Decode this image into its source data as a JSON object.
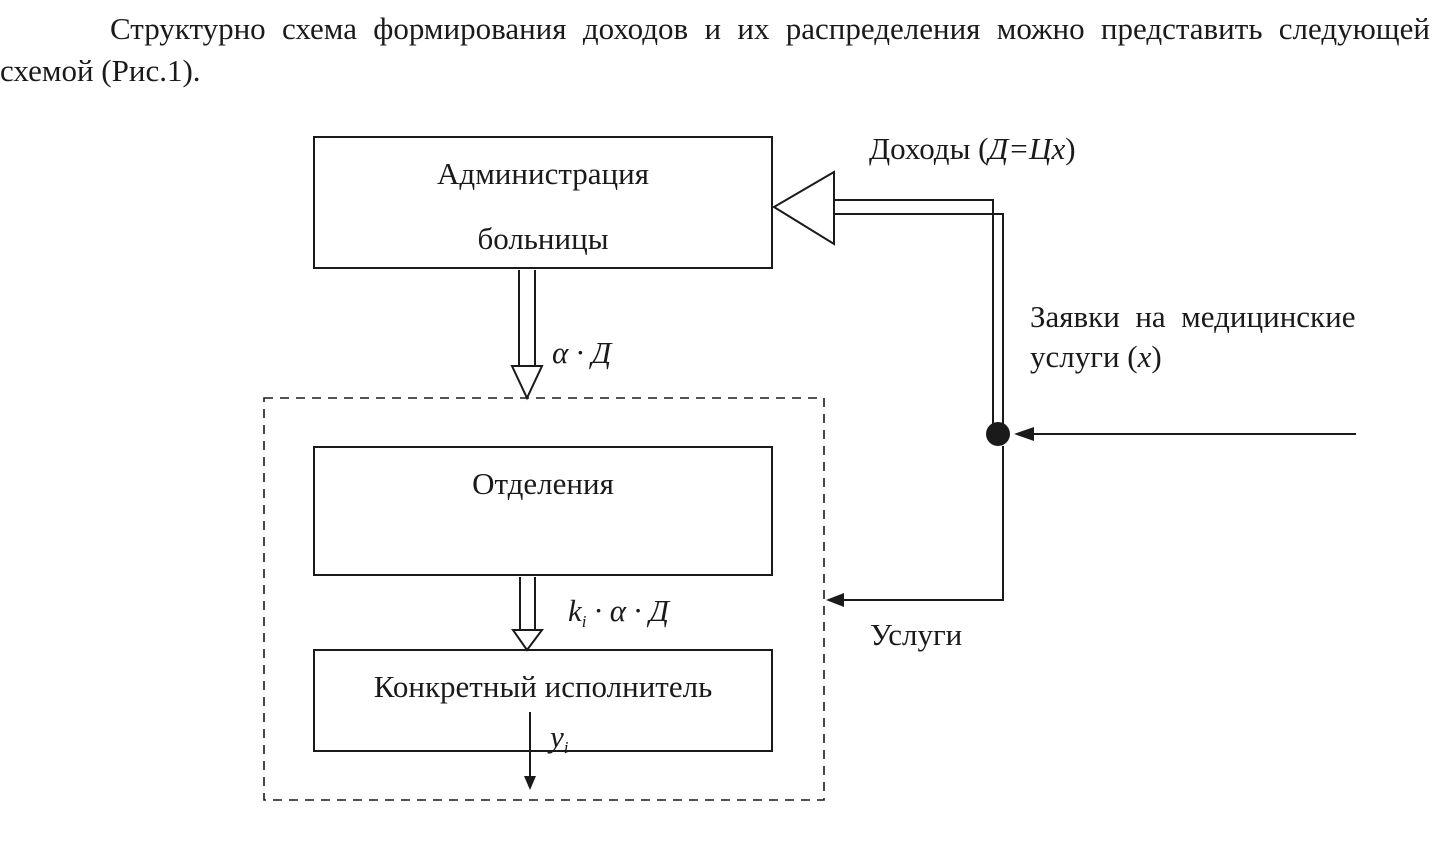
{
  "paragraph": {
    "text": "Структурно схема формирования доходов и их распределения можно представить следующей схемой (Рис.1)."
  },
  "diagram": {
    "admin_line1": "Администрация",
    "admin_line2": "больницы",
    "departments": "Отделения",
    "executor": "Конкретный исполнитель",
    "income_label": "Доходы (",
    "income_formula": "Д=Цх",
    "income_close": ")",
    "requests_line1": "Заявки  на  медицинские",
    "requests_line2": "услуги (",
    "requests_var": "x",
    "requests_close": ")",
    "services": "Услуги",
    "flow1": "α · Д",
    "flow2_k": "k",
    "flow2_sub": "i",
    "flow2_rest": " · α · Д",
    "output_y": "y",
    "output_sub": "i"
  }
}
